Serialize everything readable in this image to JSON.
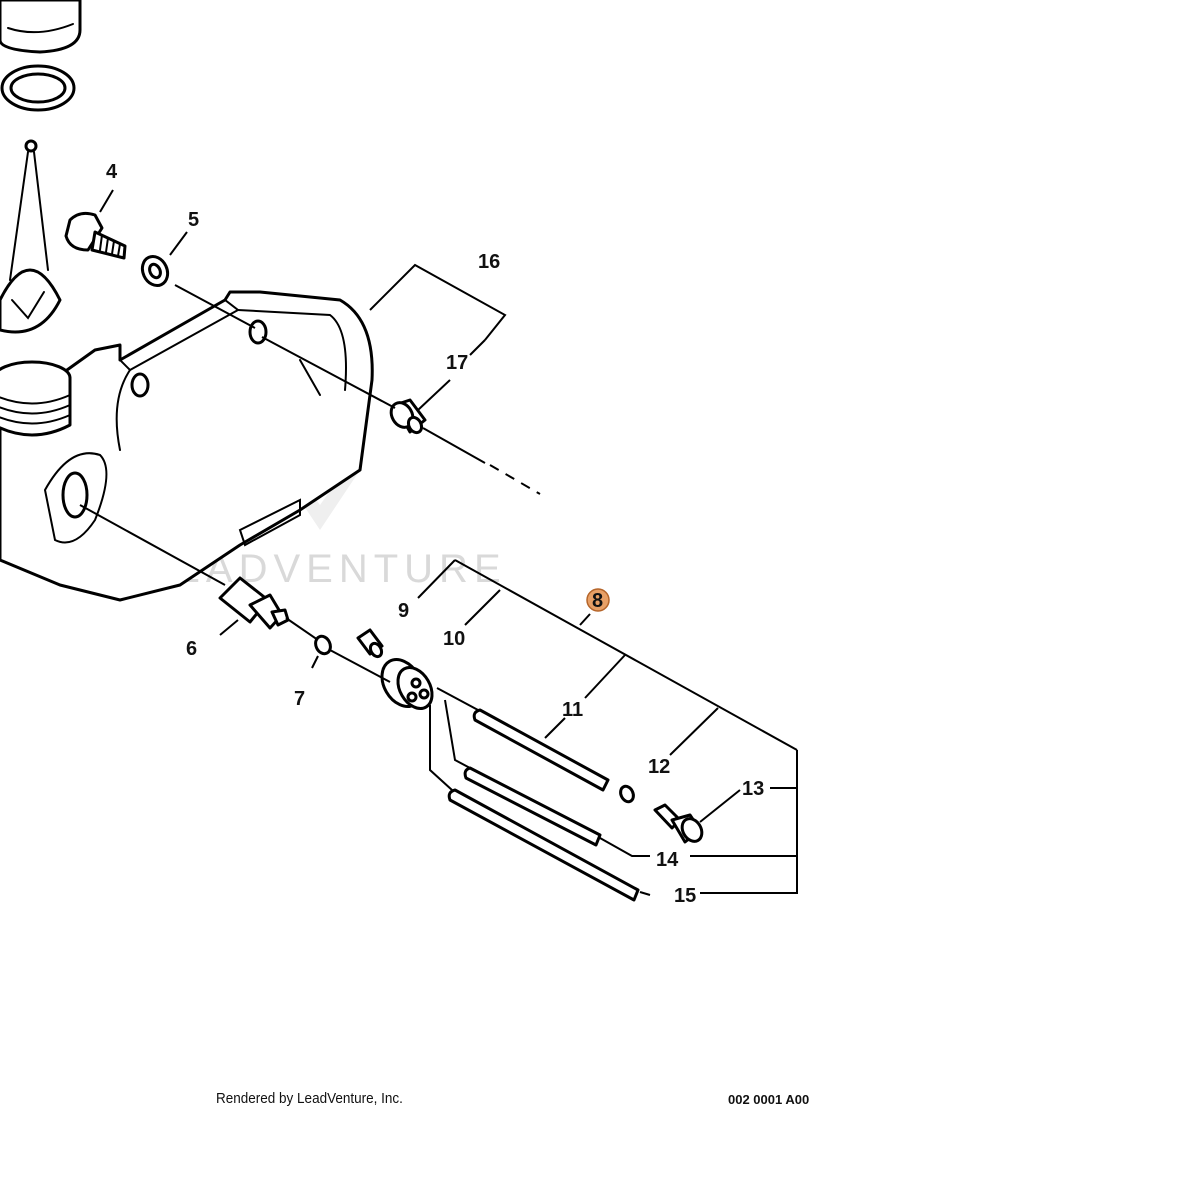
{
  "watermark": {
    "text": "LEADVENTURE"
  },
  "callouts": {
    "c4": "4",
    "c5": "5",
    "c6": "6",
    "c7": "7",
    "c8": "8",
    "c9": "9",
    "c10": "10",
    "c11": "11",
    "c12": "12",
    "c13": "13",
    "c14": "14",
    "c15": "15",
    "c16": "16",
    "c17": "17"
  },
  "highlight": {
    "part": "8",
    "color": "#e8a066",
    "ring": "#b5652a"
  },
  "footer": {
    "credit": "Rendered by LeadVenture, Inc.",
    "code": "002 0001 A00"
  },
  "icons": [
    "fuel-tank-icon",
    "screw-icon",
    "washer-icon",
    "fuel-filter-icon",
    "grommet-icon",
    "hose-icon",
    "fitting-icon",
    "sleeve-icon"
  ]
}
